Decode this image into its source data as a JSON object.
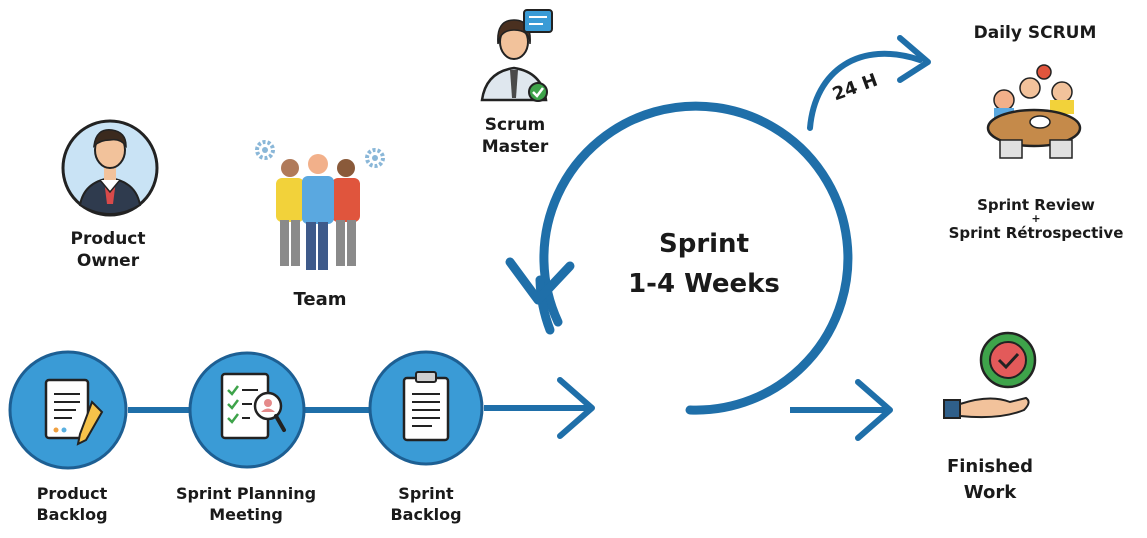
{
  "roles": {
    "product_owner": [
      "Product",
      "Owner"
    ],
    "team": "Team",
    "scrum_master": [
      "Scrum",
      "Master"
    ]
  },
  "sprint": {
    "title": "Sprint",
    "duration": "1-4 Weeks",
    "daily_cycle": "24 H"
  },
  "events": {
    "daily_scrum": "Daily SCRUM",
    "review_line1": "Sprint Review",
    "plus": "+",
    "review_line2": "Sprint Rétrospective"
  },
  "pipeline": [
    {
      "line1": "Product",
      "line2": "Backlog",
      "icon": "document-pencil-icon"
    },
    {
      "line1": "Sprint Planning",
      "line2": "Meeting",
      "icon": "checklist-magnifier-icon"
    },
    {
      "line1": "Sprint",
      "line2": "Backlog",
      "icon": "clipboard-icon"
    }
  ],
  "output": [
    "Finished",
    "Work"
  ],
  "colors": {
    "blue": "#1f6fa9",
    "circle_fill": "#3a9bd6",
    "circle_stroke": "#1d5f93",
    "check_green": "#3ea34a",
    "check_red": "#d9534f"
  }
}
